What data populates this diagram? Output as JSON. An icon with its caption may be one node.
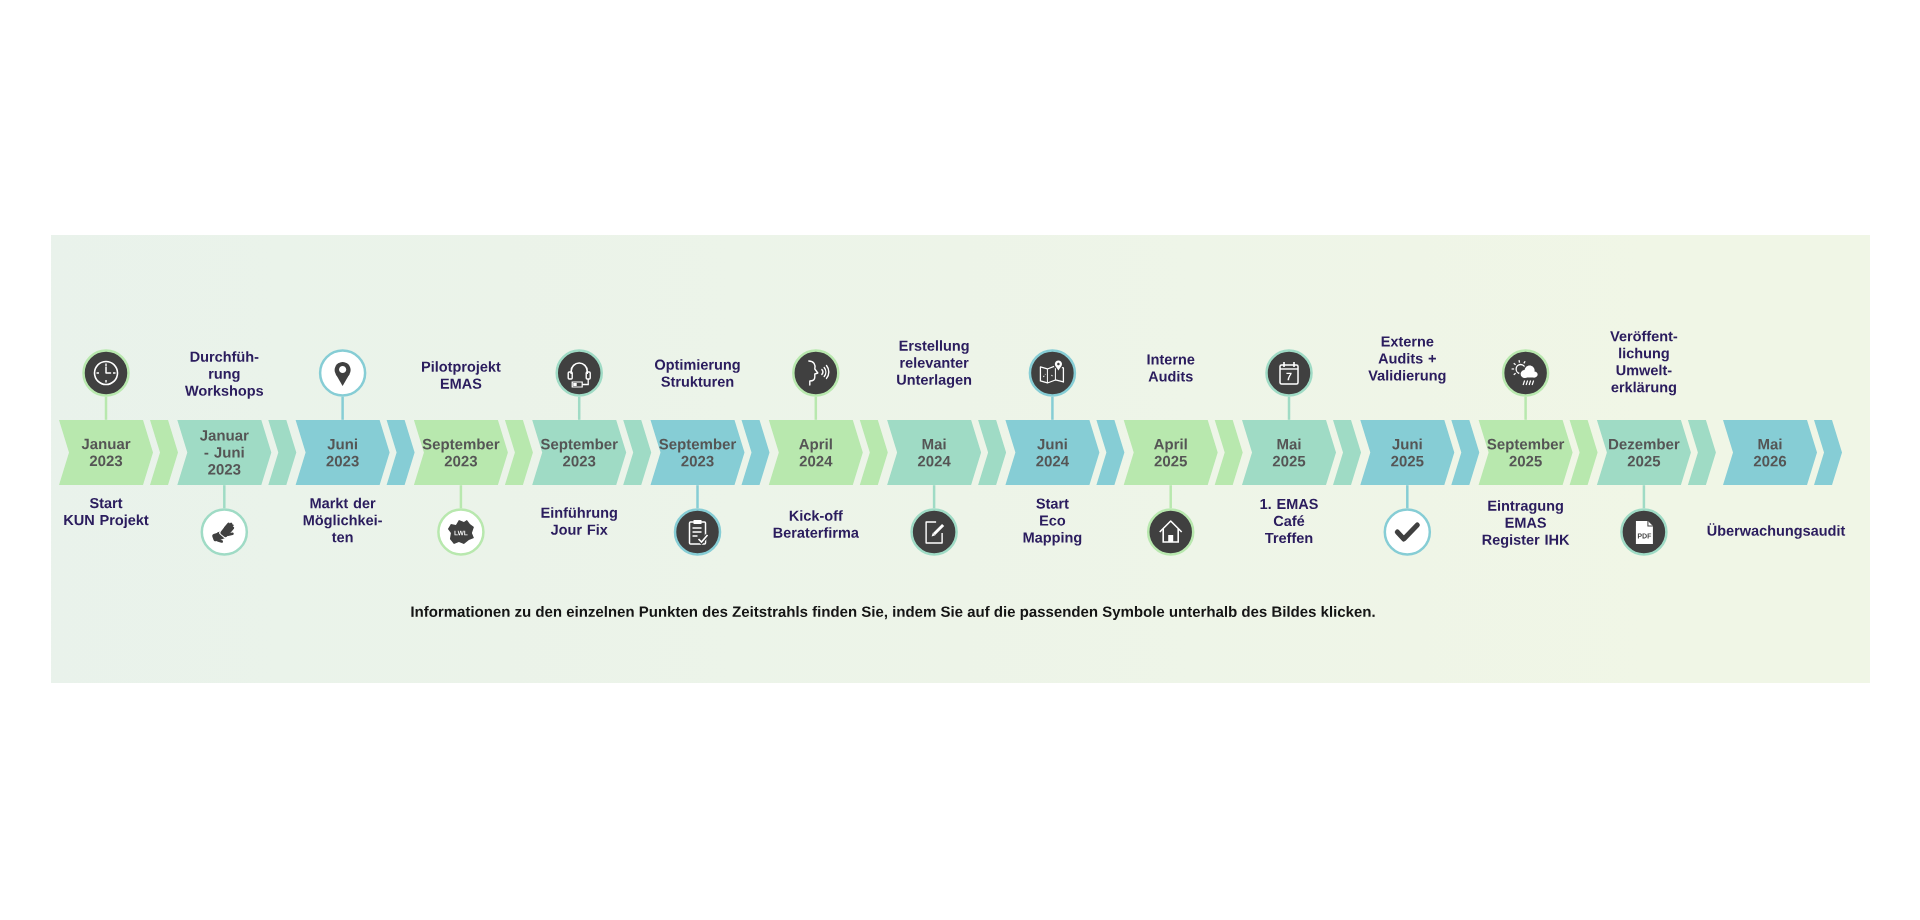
{
  "diagram": {
    "nodes": [
      {
        "text": [
          "Januar 2023"
        ],
        "beside": [
          "Start KUN Projekt"
        ]
      },
      {
        "text": [],
        "shape": "circle"
      },
      {
        "text": [
          "Januar - Juni 2023"
        ],
        "beside": [
          "Durchfüh- rung Workshops"
        ]
      },
      {
        "text": [],
        "shape": "circle"
      },
      {
        "text": [
          "Juni 2023"
        ],
        "beside": [
          "Markt der Möglichkei- ten"
        ]
      },
      {
        "text": [],
        "shape": "circle"
      },
      {
        "text": [
          "September 2023"
        ],
        "beside": [
          "Pilotprojekt EMAS"
        ]
      },
      {
        "text": [
          "LWL"
        ]
      },
      {
        "text": [
          "September 2023"
        ],
        "beside": [
          "Einführung Jour Fix"
        ]
      },
      {
        "text": [],
        "shape": "circle"
      },
      {
        "text": [
          "September 2023"
        ],
        "beside": [
          "Optimierung Strukturen"
        ]
      },
      {
        "text": [],
        "shape": "circle"
      },
      {
        "text": [
          "April 2024"
        ],
        "beside": [
          "Kick-off Beraterfirma"
        ]
      },
      {
        "text": [],
        "shape": "circle"
      },
      {
        "text": [
          "Mai 2024"
        ],
        "beside": [
          "Erstellung relevanter Unterlagen"
        ]
      },
      {
        "text": [],
        "shape": "circle"
      },
      {
        "text": [
          "Juni 2024"
        ],
        "beside": [
          "Start Eco Mapping"
        ]
      },
      {
        "text": [],
        "shape": "circle"
      },
      {
        "text": [
          "April 2025"
        ],
        "beside": [
          "Interne Audits"
        ]
      },
      {
        "text": [],
        "shape": "circle"
      },
      {
        "text": [
          "Mai 2025"
        ],
        "beside": [
          "1. EMAS Café Treffen"
        ]
      },
      {
        "text": [
          "7"
        ]
      },
      {
        "text": [
          "Juni 2025"
        ],
        "beside": [
          "Externe Audits + Validierung"
        ]
      },
      {
        "text": [],
        "shape": "circle"
      },
      {
        "text": [
          "September 2025"
        ],
        "beside": [
          "Eintragung EMAS Register IHK"
        ]
      },
      {
        "text": [],
        "shape": "circle"
      },
      {
        "text": [
          "Dezember 2025"
        ],
        "beside": [
          "Veröffent- lichung Umwelt- erklärung"
        ]
      },
      {
        "text": [
          "PDF"
        ]
      },
      {
        "text": [
          "Mai 2026"
        ],
        "beside": [
          "Überwachungsaudit"
        ]
      }
    ],
    "edges": [
      {
        "from": 0,
        "to": 1,
        "arrow": "none",
        "color": "#b8e8ae"
      },
      {
        "from": 2,
        "to": 3,
        "arrow": "none",
        "color": "#9fdbc5"
      },
      {
        "from": 4,
        "to": 5,
        "arrow": "none",
        "color": "#86cdd5"
      },
      {
        "from": 6,
        "to": 7,
        "arrow": "none",
        "color": "#b8e8ae"
      },
      {
        "from": 8,
        "to": 9,
        "arrow": "none",
        "color": "#9fdbc5"
      },
      {
        "from": 10,
        "to": 11,
        "arrow": "none",
        "color": "#86cdd5"
      },
      {
        "from": 12,
        "to": 13,
        "arrow": "none",
        "color": "#b8e8ae"
      },
      {
        "from": 14,
        "to": 15,
        "arrow": "none",
        "color": "#9fdbc5"
      },
      {
        "from": 16,
        "to": 17,
        "arrow": "none",
        "color": "#86cdd5"
      },
      {
        "from": 18,
        "to": 19,
        "arrow": "none",
        "color": "#b8e8ae"
      },
      {
        "from": 20,
        "to": 21,
        "arrow": "none",
        "color": "#9fdbc5"
      },
      {
        "from": 22,
        "to": 23,
        "arrow": "none",
        "color": "#86cdd5"
      },
      {
        "from": 24,
        "to": 25,
        "arrow": "none",
        "color": "#b8e8ae"
      },
      {
        "from": 26,
        "to": 27,
        "arrow": "none",
        "color": "#9fdbc5"
      }
    ],
    "labels": [
      "Informationen zu den einzelnen Punkten des Zeitstrahls finden Sie, indem Sie auf die passenden Symbole unterhalb des Bildes klicken."
    ]
  }
}
